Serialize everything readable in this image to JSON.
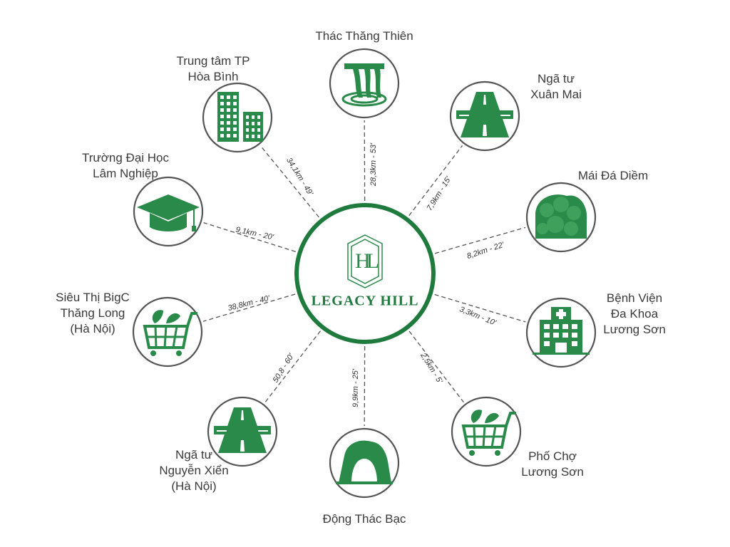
{
  "brand": {
    "monogram": "HL",
    "name": "LEGACY HILL"
  },
  "colors": {
    "green": "#1f7a3e",
    "icon_green": "#2a8a4a",
    "ring": "#d0d0d0",
    "text": "#3a3a3a"
  },
  "places": [
    {
      "id": "thac-thang-thien",
      "icon": "waterfall-icon",
      "lines": [
        "Thác Thăng Thiên"
      ],
      "distance": "28,3km - 53'"
    },
    {
      "id": "nga-tu-xuan-mai",
      "icon": "road-icon",
      "lines": [
        "Ngã tư",
        "Xuân Mai"
      ],
      "distance": "7,9km - 15'"
    },
    {
      "id": "mai-da-diem",
      "icon": "rock-forest-icon",
      "lines": [
        "Mái Đá Diềm"
      ],
      "distance": "8,2km - 22'"
    },
    {
      "id": "benh-vien-luong-son",
      "icon": "hospital-icon",
      "lines": [
        "Bệnh Viện",
        "Đa Khoa",
        "Lương Sơn"
      ],
      "distance": "3,3km - 10'"
    },
    {
      "id": "pho-cho-luong-son",
      "icon": "cart-icon",
      "lines": [
        "Phố Chợ",
        "Lương Sơn"
      ],
      "distance": "2,5km - 5'"
    },
    {
      "id": "dong-thac-bac",
      "icon": "cave-icon",
      "lines": [
        "Động Thác Bạc"
      ],
      "distance": "9,9km - 25'"
    },
    {
      "id": "nga-tu-nguyen-xien",
      "icon": "road-icon",
      "lines": [
        "Ngã tư",
        "Nguyễn Xiển",
        "(Hà Nội)"
      ],
      "distance": "50,8 - 60'"
    },
    {
      "id": "sieu-thi-bigc",
      "icon": "cart-icon",
      "lines": [
        "Siêu Thị BigC",
        "Thăng Long",
        "(Hà Nội)"
      ],
      "distance": "38,8km - 40'"
    },
    {
      "id": "dai-hoc-lam-nghiep",
      "icon": "graduation-cap-icon",
      "lines": [
        "Trường Đại Học",
        "Lâm Nghiệp"
      ],
      "distance": "9,1km - 20'"
    },
    {
      "id": "trung-tam-hoa-binh",
      "icon": "buildings-icon",
      "lines": [
        "Trung tâm TP",
        "Hòa Bình"
      ],
      "distance": "34,1km - 49'"
    }
  ]
}
